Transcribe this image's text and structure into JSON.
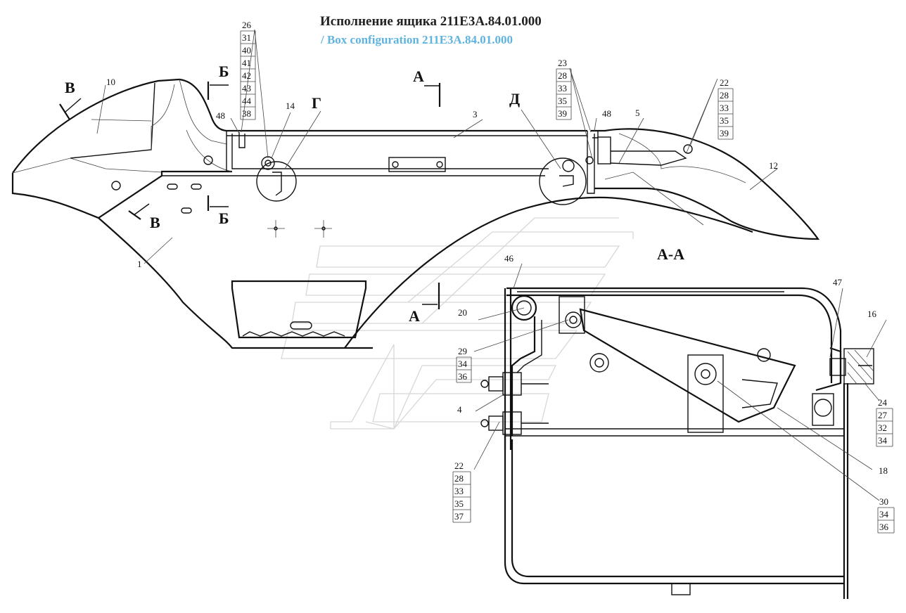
{
  "title": "Исполнение ящика 211Е3А.84.01.000",
  "subtitle": "/ Box configuration 211E3A.84.01.000",
  "colors": {
    "subtitle": "#5fb3df",
    "line": "#111111",
    "ghost": "#d7d7d7"
  },
  "view_marks": {
    "v1": "В",
    "v2": "В",
    "b1": "Б",
    "b2": "Б",
    "a1": "А",
    "a2": "А",
    "g": "Г",
    "d": "Д",
    "section": "А-А"
  },
  "callouts": {
    "n1": "1",
    "n3": "3",
    "n4": "4",
    "n5": "5",
    "n10": "10",
    "n12": "12",
    "n14": "14",
    "n16": "16",
    "n18": "18",
    "n20": "20",
    "n46": "46",
    "n47": "47",
    "n48a": "48",
    "n48b": "48"
  },
  "stacks": {
    "s26": [
      "26",
      "31",
      "40",
      "41",
      "42",
      "43",
      "44",
      "38"
    ],
    "s23": [
      "23",
      "28",
      "33",
      "35",
      "39"
    ],
    "s22top": [
      "22",
      "28",
      "33",
      "35",
      "39"
    ],
    "s29": [
      "29",
      "34",
      "36"
    ],
    "s22bot": [
      "22",
      "28",
      "33",
      "35",
      "37"
    ],
    "s24": [
      "24",
      "27",
      "32",
      "34"
    ],
    "s30": [
      "30",
      "34",
      "36"
    ]
  }
}
